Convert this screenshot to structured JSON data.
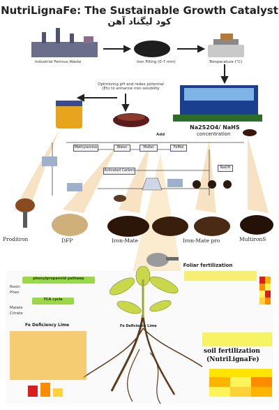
{
  "header": {
    "title": "NutriLignaFe: The Sustainable Growth Catalyst",
    "subtitle": "کود لیگناد آهن"
  },
  "process": {
    "waste_label": "Industrial Ferrous Waste",
    "filling_label": "Iron Filling (0-7 mm)",
    "temperature_label": "Temperature (°C)",
    "optimizing_note": "Optimizing pH and redox potential (Eh) to enhance iron solubility",
    "add_label": "Add",
    "concentration_formula": "Na2S2O4/ NaHS",
    "concentration_word": "concentration",
    "steps": [
      "Methylamine",
      "Water",
      "Mollet",
      "Activated Carbon",
      "FeMol",
      "NaOH"
    ]
  },
  "products": [
    "Proditron",
    "DFP",
    "Iron-Mate",
    "Iron-Mate pro",
    "MultironS"
  ],
  "plant": {
    "pathway_title": "phenylpropanoid pathway",
    "tca_title": "TCA cycle",
    "foliar_title": "Foliar fertilization",
    "fe_deficiency_title": "Fe Deficiency Lime",
    "fe_deficiency_plant": "Fe Deficiency Lime",
    "soil_title": "soil fertilization",
    "soil_product": "(NutriLignaFe)",
    "pathway_items": [
      "Rosin",
      "Phen",
      "Malate",
      "Citrate"
    ]
  },
  "colors": {
    "foliar_box": "#f2e600",
    "soil_box": "#f4f000",
    "fe_box": "#f0a600",
    "ray": "#f7e3c4",
    "heat_high": "#d81e1e",
    "heat_low": "#fff35a"
  }
}
